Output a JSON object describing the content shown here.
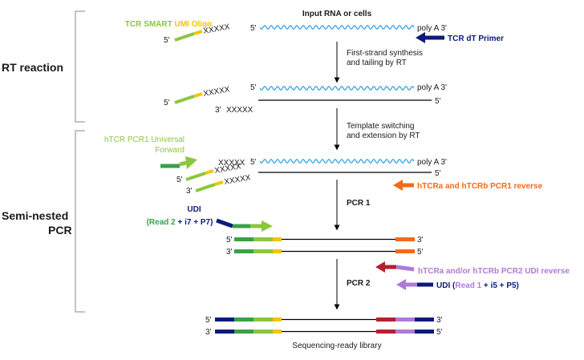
{
  "colors": {
    "text": "#1a1a1a",
    "rna": "#3aa5e0",
    "dna": "#000000",
    "smart_green": "#8cc63f",
    "umi_yellow": "#f5c400",
    "pcr1_green": "#3aa04a",
    "orange": "#f26a1b",
    "navy": "#0d1a7a",
    "purple": "#b07ad6",
    "red": "#b5202e",
    "bracket": "#888888"
  },
  "sections": {
    "rt": "RT reaction",
    "semi_line1": "Semi-nested",
    "semi_line2": "PCR"
  },
  "labels": {
    "input": "Input RNA or cells",
    "smart_part": "TCR SMART",
    "umi_part": "UMI Oligo",
    "xxxxx": "XXXXX",
    "five_prime": "5'",
    "three_prime": "3'",
    "polya": "poly A 3'",
    "tcr_dt_primer": "TCR dT Primer",
    "step1_line1": "First-strand synthesis",
    "step1_line2": "and tailing by RT",
    "step2_line1": "Template switching",
    "step2_line2": "and extension by RT",
    "pcr1_univ_line1": "hTCR PCR1 Universal",
    "pcr1_univ_line2": "Forward",
    "pcr1_reverse": "hTCRa and hTCRb PCR1 reverse",
    "pcr1": "PCR 1",
    "udi": "UDI",
    "udi_fwd_paren_open": "(",
    "udi_fwd_read2": "Read 2",
    "udi_fwd_plus1": " + ",
    "udi_fwd_i7": "i7",
    "udi_fwd_plus2": " + ",
    "udi_fwd_p7": "P7",
    "udi_fwd_paren_close": ")",
    "pcr2_reverse": "hTCRa and/or hTCRb PCR2 UDI reverse",
    "pcr2": "PCR 2",
    "udi_rev_paren_open": "(",
    "udi_rev_read1": "Read 1",
    "udi_rev_plus1": " + ",
    "udi_rev_i5": "i5",
    "udi_rev_plus2": " + ",
    "udi_rev_p5": "P5",
    "udi_rev_paren_close": ")",
    "library": "Sequencing-ready library"
  }
}
